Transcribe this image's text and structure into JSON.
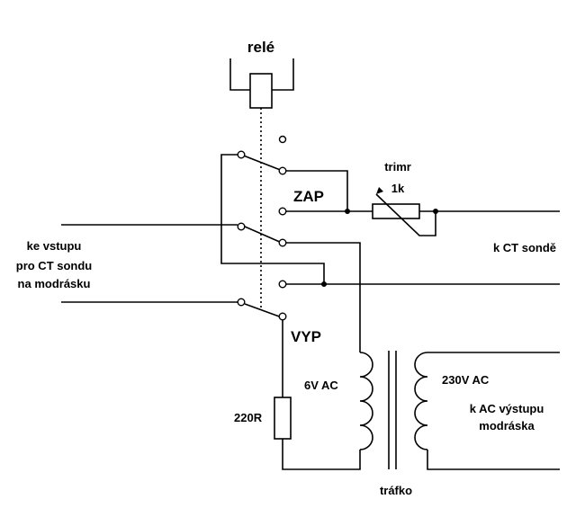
{
  "labels": {
    "relay": "relé",
    "on": "ZAP",
    "off": "VYP",
    "trimmer": "trimr",
    "trimmer_value": "1k",
    "input_line1": "ke vstupu",
    "input_line2": "pro CT sondu",
    "input_line3": "na modrásku",
    "ct_output": "k CT sondě",
    "resistor": "220R",
    "secondary_voltage": "6V AC",
    "primary_voltage": "230V AC",
    "ac_output_line1": "k AC výstupu",
    "ac_output_line2": "modráska",
    "transformer": "tráfko"
  }
}
